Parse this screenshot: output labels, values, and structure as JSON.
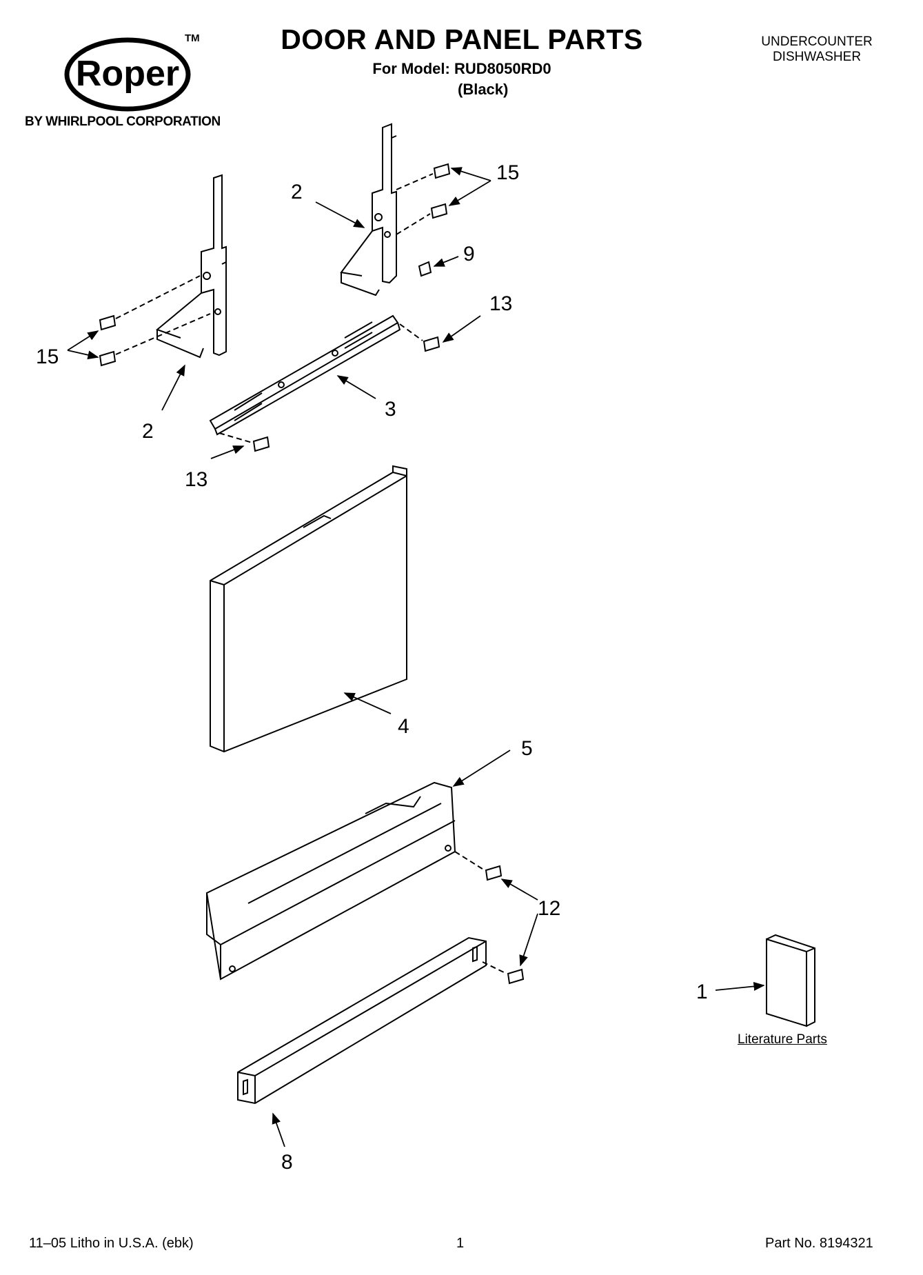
{
  "header": {
    "brand": "Roper",
    "trademark": "TM",
    "corporation": "BY WHIRLPOOL CORPORATION",
    "title": "DOOR AND PANEL PARTS",
    "model": "For Model: RUD8050RD0",
    "color": "(Black)",
    "product_line1": "UNDERCOUNTER",
    "product_line2": "DISHWASHER"
  },
  "callouts": {
    "hinge_right": "2",
    "hinge_left": "2",
    "screws_right": "15",
    "screws_left": "15",
    "clip": "9",
    "screw_right_13": "13",
    "screw_left_13": "13",
    "brace": "3",
    "door_panel": "4",
    "lower_panel": "5",
    "screws_12": "12",
    "kick_plate": "8",
    "literature": "1"
  },
  "literature_label": "Literature Parts",
  "footer": {
    "left": "11–05 Litho in U.S.A. (ebk)",
    "center": "1",
    "right": "Part No. 8194321"
  }
}
